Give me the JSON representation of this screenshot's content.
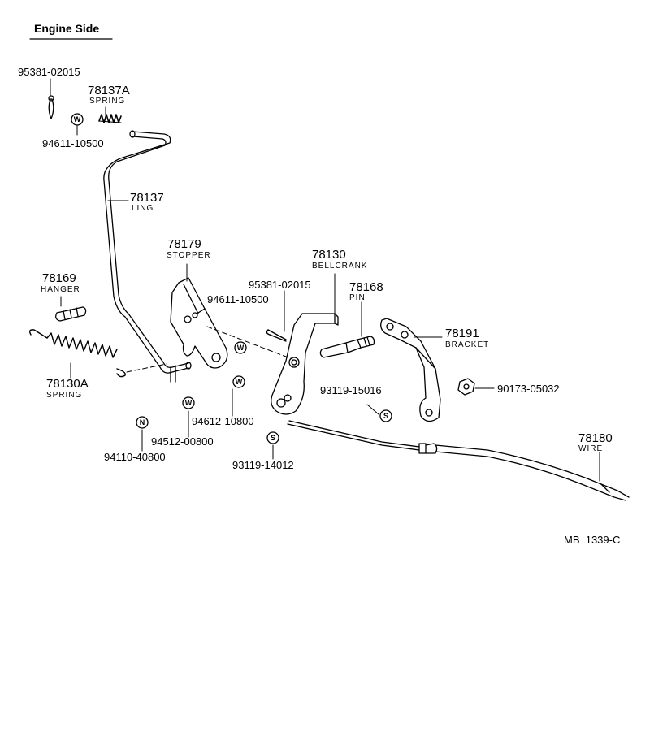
{
  "header": {
    "title": "Engine Side"
  },
  "footer": {
    "code": "MB  1339-C"
  },
  "symbols": {
    "washer": "W",
    "spring_washer": "S",
    "nut": "N"
  },
  "parts": {
    "pin_95381_top": {
      "number": "95381-02015"
    },
    "spring_78137A": {
      "number": "78137A",
      "desc": "SPRING"
    },
    "washer_94611_top": {
      "number": "94611-10500"
    },
    "ling_78137": {
      "number": "78137",
      "desc": "LING"
    },
    "stopper_78179": {
      "number": "78179",
      "desc": "STOPPER"
    },
    "bellcrank_78130": {
      "number": "78130",
      "desc": "BELLCRANK"
    },
    "pin_95381_mid": {
      "number": "95381-02015"
    },
    "washer_94611_mid": {
      "number": "94611-10500"
    },
    "pin_78168": {
      "number": "78168",
      "desc": "PIN"
    },
    "hanger_78169": {
      "number": "78169",
      "desc": "HANGER"
    },
    "bracket_78191": {
      "number": "78191",
      "desc": "BRACKET"
    },
    "spring_78130A": {
      "number": "78130A",
      "desc": "SPRING"
    },
    "sw_93119_15016": {
      "number": "93119-15016"
    },
    "nut_90173": {
      "number": "90173-05032"
    },
    "washer_94612": {
      "number": "94612-10800"
    },
    "washer_94512": {
      "number": "94512-00800"
    },
    "nut_94110": {
      "number": "94110-40800"
    },
    "sw_93119_14012": {
      "number": "93119-14012"
    },
    "wire_78180": {
      "number": "78180",
      "desc": "WIRE"
    }
  }
}
